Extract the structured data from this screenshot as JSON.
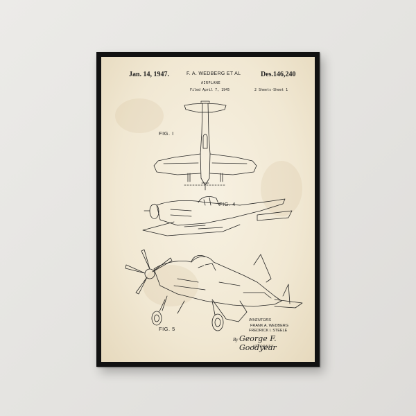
{
  "patent": {
    "date": "Jan. 14, 1947.",
    "inventors_header": "F. A. WEDBERG ET AL",
    "design_number": "Des.146,240",
    "title": "AIRPLANE",
    "filed": "Filed April 7, 1945",
    "sheets": "2 Sheets-Sheet 1"
  },
  "figures": {
    "fig1": "FIG. I",
    "fig4": "FIG. 4",
    "fig5": "FIG. 5"
  },
  "signature_block": {
    "inventors_label": "INVENTORS",
    "inventor_1": "FRANK A. WEDBERG",
    "inventor_2": "FREDRICK I. STEELE",
    "by": "By",
    "signature": "George F. Goodyear",
    "attorney_label": "ATTORNEY"
  },
  "colors": {
    "wall": "#e6e5e2",
    "frame": "#111111",
    "paper": "#f3ead6",
    "ink": "#222222"
  }
}
